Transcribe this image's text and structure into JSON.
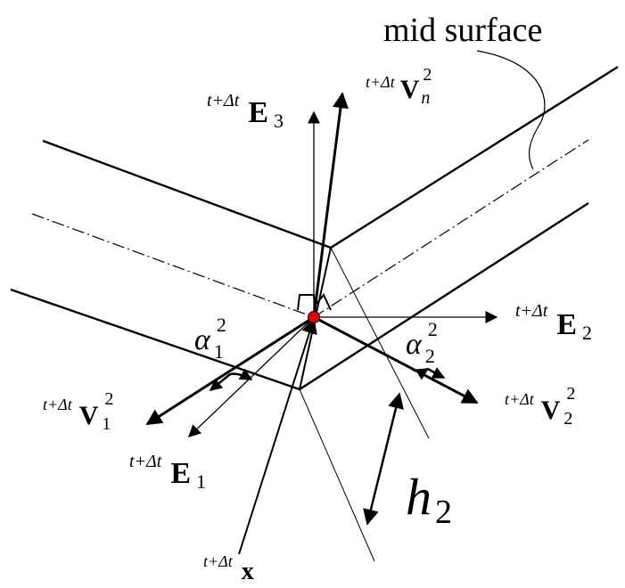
{
  "annotation": {
    "mid_surface": "mid surface"
  },
  "vectors": {
    "E3": {
      "sup": "t+Δt",
      "base": "E",
      "sub": "3"
    },
    "Vn": {
      "sup": "t+Δt",
      "base": "V",
      "sub": "n",
      "sup2": "2"
    },
    "E2": {
      "sup": "t+Δt",
      "base": "E",
      "sub": "2"
    },
    "V1": {
      "sup": "t+Δt",
      "base": "V",
      "sub": "1",
      "sup2": "2"
    },
    "E1": {
      "sup": "t+Δt",
      "base": "E",
      "sub": "1"
    },
    "V2": {
      "sup": "t+Δt",
      "base": "V",
      "sub": "2",
      "sup2": "2"
    },
    "x": {
      "sup": "t+Δt",
      "base": "x"
    }
  },
  "angles": {
    "alpha1": {
      "base": "α",
      "sub": "1",
      "sup": "2"
    },
    "alpha2": {
      "base": "α",
      "sub": "2",
      "sup": "2"
    }
  },
  "thickness": {
    "base": "h",
    "sub": "2"
  }
}
